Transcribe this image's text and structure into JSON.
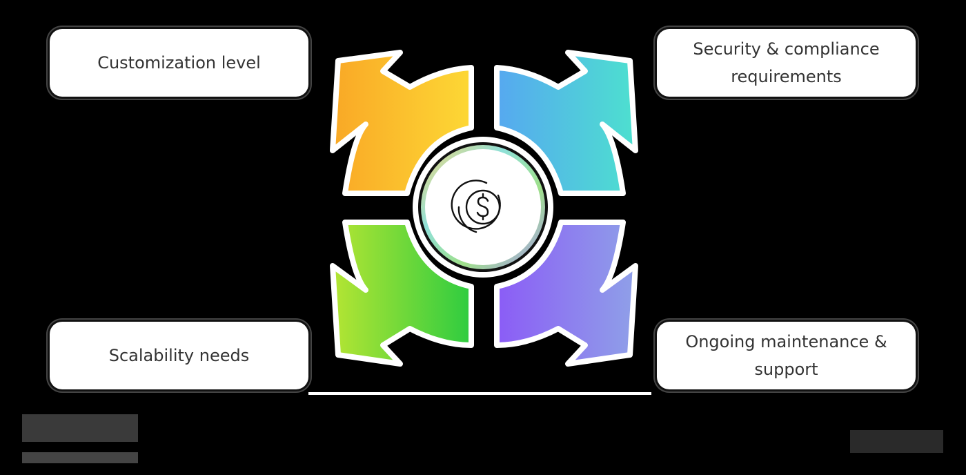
{
  "diagram": {
    "center_icon": "dollar-coin-icon",
    "factors": [
      {
        "position": "top-left",
        "label": "Customization level",
        "arrow_colors": [
          "#F9A826",
          "#FDD835"
        ]
      },
      {
        "position": "top-right",
        "label": "Security & compliance requirements",
        "arrow_colors": [
          "#56A8F0",
          "#4DE0CF"
        ]
      },
      {
        "position": "bottom-left",
        "label": "Scalability needs",
        "arrow_colors": [
          "#B5E533",
          "#2ECC40"
        ]
      },
      {
        "position": "bottom-right",
        "label": "Ongoing maintenance & support",
        "arrow_colors": [
          "#8B5CF6",
          "#8FA0E8"
        ]
      }
    ]
  },
  "colors": {
    "background": "#000000",
    "box_fill": "#FFFFFF",
    "text": "#333333",
    "center_fill": "#FFFFFF"
  }
}
